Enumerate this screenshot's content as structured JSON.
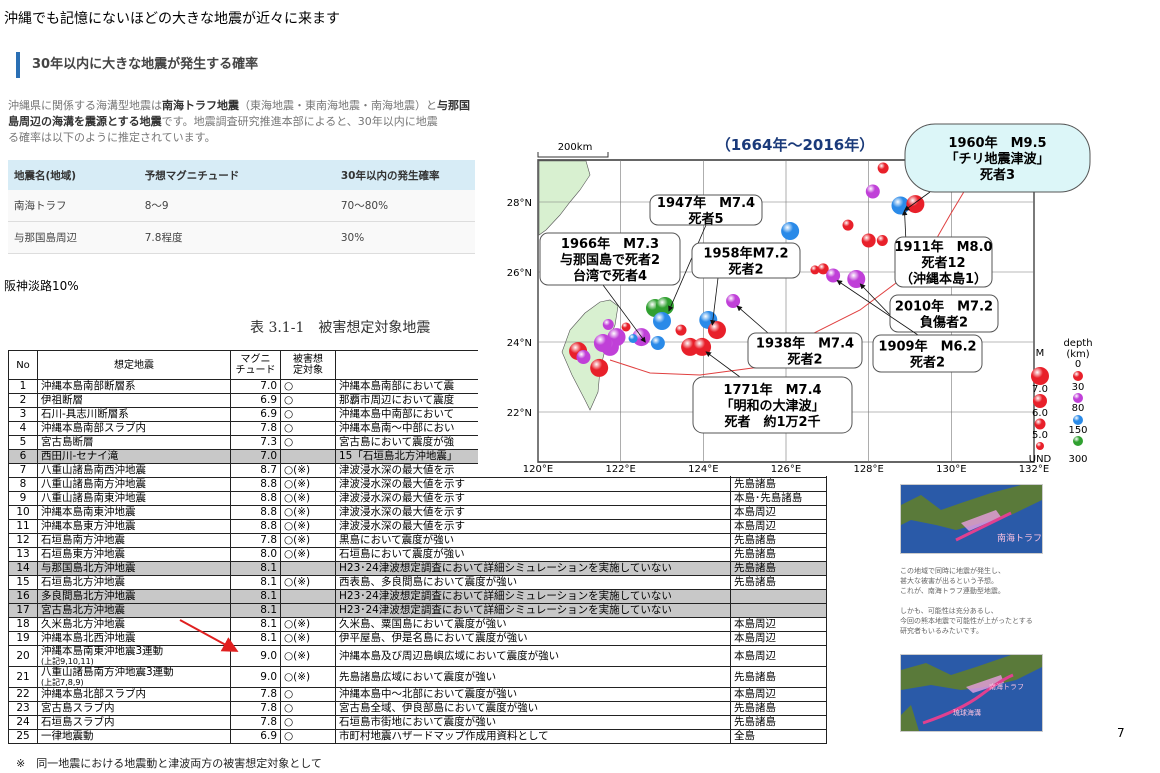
{
  "slide_title": "沖縄でも記憶にないほどの大きな地震が近々に来ます",
  "section_heading": "30年以内に大きな地震が発生する確率",
  "intro": {
    "p1": "沖縄県に関係する海溝型地震は",
    "b1": "南海トラフ地震",
    "p2": "（東海地震・東南海地震・南海地震）と",
    "b2": "与那国",
    "b3": "島周辺の海溝を震源とする地震",
    "p3": "です。地震調査研究推進本部によると、30年以内に地震",
    "p4": "る確率は以下のように推定されています。"
  },
  "prob_table": {
    "headers": [
      "地震名(地域)",
      "予想マグニチュード",
      "30年以内の発生確率"
    ],
    "rows": [
      [
        "南海トラフ",
        "8～9",
        "70～80%"
      ],
      [
        "与那国島周辺",
        "7.8程度",
        "30%"
      ]
    ]
  },
  "hanshin_note": "阪神淡路10%",
  "table_caption": "表 3.1-1　被害想定対象地震",
  "damage_table": {
    "headers": [
      "No",
      "想定地震",
      "マグニ\nチュード",
      "被害想\n定対象",
      "",
      ""
    ],
    "rows": [
      {
        "no": "1",
        "name": "沖縄本島南部断層系",
        "mag": "7.0",
        "target": "○",
        "desc": "沖縄本島南部において震",
        "area": ""
      },
      {
        "no": "2",
        "name": "伊祖断層",
        "mag": "6.9",
        "target": "○",
        "desc": "那覇市周辺において震度",
        "area": ""
      },
      {
        "no": "3",
        "name": "石川-具志川断層系",
        "mag": "6.9",
        "target": "○",
        "desc": "沖縄本島中南部において",
        "area": ""
      },
      {
        "no": "4",
        "name": "沖縄本島南部スラブ内",
        "mag": "7.8",
        "target": "○",
        "desc": "沖縄本島南～中部におい",
        "area": ""
      },
      {
        "no": "5",
        "name": "宮古島断層",
        "mag": "7.3",
        "target": "○",
        "desc": "宮古島において震度が強",
        "area": ""
      },
      {
        "no": "6",
        "name": "西田川-セナイ滝",
        "mag": "7.0",
        "target": "",
        "desc": "15「石垣島北方沖地震」",
        "area": "",
        "shade": true
      },
      {
        "no": "7",
        "name": "八重山諸島南西沖地震",
        "mag": "8.7",
        "target": "○(※)",
        "desc": "津波浸水深の最大値を示",
        "area": ""
      },
      {
        "no": "8",
        "name": "八重山諸島南方沖地震",
        "mag": "8.8",
        "target": "○(※)",
        "desc": "津波浸水深の最大値を示す",
        "area": "先島諸島"
      },
      {
        "no": "9",
        "name": "八重山諸島南東沖地震",
        "mag": "8.8",
        "target": "○(※)",
        "desc": "津波浸水深の最大値を示す",
        "area": "本島･先島諸島"
      },
      {
        "no": "10",
        "name": "沖縄本島南東沖地震",
        "mag": "8.8",
        "target": "○(※)",
        "desc": "津波浸水深の最大値を示す",
        "area": "本島周辺"
      },
      {
        "no": "11",
        "name": "沖縄本島東方沖地震",
        "mag": "8.8",
        "target": "○(※)",
        "desc": "津波浸水深の最大値を示す",
        "area": "本島周辺"
      },
      {
        "no": "12",
        "name": "石垣島南方沖地震",
        "mag": "7.8",
        "target": "○(※)",
        "desc": "黒島において震度が強い",
        "area": "先島諸島"
      },
      {
        "no": "13",
        "name": "石垣島東方沖地震",
        "mag": "8.0",
        "target": "○(※)",
        "desc": "石垣島において震度が強い",
        "area": "先島諸島"
      },
      {
        "no": "14",
        "name": "与那国島北方沖地震",
        "mag": "8.1",
        "target": "",
        "desc": "H23･24津波想定調査において詳細シミュレーションを実施していない",
        "area": "先島諸島",
        "shade": true
      },
      {
        "no": "15",
        "name": "石垣島北方沖地震",
        "mag": "8.1",
        "target": "○(※)",
        "desc": "西表島、多良間島において震度が強い",
        "area": "先島諸島"
      },
      {
        "no": "16",
        "name": "多良間島北方沖地震",
        "mag": "8.1",
        "target": "",
        "desc": "H23･24津波想定調査において詳細シミュレーションを実施していない",
        "area": "",
        "shade": true
      },
      {
        "no": "17",
        "name": "宮古島北方沖地震",
        "mag": "8.1",
        "target": "",
        "desc": "H23･24津波想定調査において詳細シミュレーションを実施していない",
        "area": "",
        "shade": true
      },
      {
        "no": "18",
        "name": "久米島北方沖地震",
        "mag": "8.1",
        "target": "○(※)",
        "desc": "久米島、粟国島において震度が強い",
        "area": "本島周辺"
      },
      {
        "no": "19",
        "name": "沖縄本島北西沖地震",
        "mag": "8.1",
        "target": "○(※)",
        "desc": "伊平屋島、伊是名島において震度が強い",
        "area": "本島周辺"
      },
      {
        "no": "20",
        "name": "沖縄本島南東沖地震3連動",
        "sub": "(上記9,10,11)",
        "mag": "9.0",
        "target": "○(※)",
        "desc": "沖縄本島及び周辺島嶼広域において震度が強い",
        "area": "本島周辺"
      },
      {
        "no": "21",
        "name": "八重山諸島南方沖地震3連動",
        "sub": "(上記7,8,9)",
        "mag": "9.0",
        "target": "○(※)",
        "desc": "先島諸島広域において震度が強い",
        "area": "先島諸島"
      },
      {
        "no": "22",
        "name": "沖縄本島北部スラブ内",
        "mag": "7.8",
        "target": "○",
        "desc": "沖縄本島中～北部において震度が強い",
        "area": "本島周辺"
      },
      {
        "no": "23",
        "name": "宮古島スラブ内",
        "mag": "7.8",
        "target": "○",
        "desc": "宮古島全域、伊良部島において震度が強い",
        "area": "先島諸島"
      },
      {
        "no": "24",
        "name": "石垣島スラブ内",
        "mag": "7.8",
        "target": "○",
        "desc": "石垣島市街地において震度が強い",
        "area": "先島諸島"
      },
      {
        "no": "25",
        "name": "一律地震動",
        "mag": "6.9",
        "target": "○",
        "desc": "市町村地震ハザードマップ作成用資料として",
        "area": "全島"
      }
    ]
  },
  "footnote": "※　同一地震における地震動と津波両方の被害想定対象として",
  "map": {
    "title": "（1664年～2016年）",
    "scale_label": "200km",
    "lon_ticks": [
      "120°E",
      "122°E",
      "124°E",
      "126°E",
      "128°E",
      "130°E",
      "132°E"
    ],
    "lat_ticks": [
      "22°N",
      "24°N",
      "26°N",
      "28°N"
    ],
    "depth_colors": {
      "0-30": "#e8202a",
      "30-80": "#c040d8",
      "80-150": "#2a8ae8",
      "150-300": "#30a030"
    },
    "quakes": [
      {
        "lon": 128.35,
        "lat": 28.97,
        "m": 5.5,
        "d": "0-30"
      },
      {
        "lon": 128.1,
        "lat": 28.3,
        "m": 6.5,
        "d": "30-80"
      },
      {
        "lon": 128.77,
        "lat": 27.9,
        "m": 7.5,
        "d": "80-150"
      },
      {
        "lon": 129.13,
        "lat": 27.94,
        "m": 7.0,
        "d": "0-30"
      },
      {
        "lon": 127.5,
        "lat": 27.34,
        "m": 5.8,
        "d": "0-30"
      },
      {
        "lon": 126.1,
        "lat": 27.17,
        "m": 7.2,
        "d": "80-150"
      },
      {
        "lon": 128.0,
        "lat": 26.9,
        "m": 6.8,
        "d": "0-30"
      },
      {
        "lon": 128.33,
        "lat": 26.9,
        "m": 5.8,
        "d": "0-30"
      },
      {
        "lon": 126.7,
        "lat": 26.06,
        "m": 5.0,
        "d": "0-30"
      },
      {
        "lon": 126.9,
        "lat": 26.09,
        "m": 5.5,
        "d": "0-30"
      },
      {
        "lon": 127.14,
        "lat": 25.9,
        "m": 6.5,
        "d": "30-80"
      },
      {
        "lon": 127.7,
        "lat": 25.8,
        "m": 7.2,
        "d": "30-80"
      },
      {
        "lon": 124.72,
        "lat": 25.17,
        "m": 6.5,
        "d": "30-80"
      },
      {
        "lon": 122.83,
        "lat": 24.97,
        "m": 7.2,
        "d": "150-300"
      },
      {
        "lon": 123.07,
        "lat": 25.03,
        "m": 7.2,
        "d": "150-300"
      },
      {
        "lon": 123.0,
        "lat": 24.6,
        "m": 7.2,
        "d": "80-150"
      },
      {
        "lon": 124.12,
        "lat": 24.63,
        "m": 7.2,
        "d": "80-150"
      },
      {
        "lon": 124.33,
        "lat": 24.34,
        "m": 7.2,
        "d": "0-30"
      },
      {
        "lon": 123.46,
        "lat": 24.34,
        "m": 5.8,
        "d": "0-30"
      },
      {
        "lon": 123.68,
        "lat": 23.86,
        "m": 7.0,
        "d": "0-30"
      },
      {
        "lon": 123.97,
        "lat": 23.86,
        "m": 7.4,
        "d": "0-30"
      },
      {
        "lon": 122.9,
        "lat": 23.97,
        "m": 6.5,
        "d": "80-150"
      },
      {
        "lon": 122.5,
        "lat": 24.14,
        "m": 7.3,
        "d": "30-80"
      },
      {
        "lon": 122.13,
        "lat": 24.43,
        "m": 5.0,
        "d": "0-30"
      },
      {
        "lon": 122.3,
        "lat": 24.1,
        "m": 5.0,
        "d": "80-150"
      },
      {
        "lon": 121.9,
        "lat": 24.14,
        "m": 7.2,
        "d": "30-80"
      },
      {
        "lon": 121.74,
        "lat": 23.86,
        "m": 7.2,
        "d": "30-80"
      },
      {
        "lon": 121.57,
        "lat": 23.97,
        "m": 7.0,
        "d": "30-80"
      },
      {
        "lon": 121.7,
        "lat": 24.5,
        "m": 5.8,
        "d": "30-80"
      },
      {
        "lon": 120.97,
        "lat": 23.74,
        "m": 7.0,
        "d": "0-30"
      },
      {
        "lon": 121.1,
        "lat": 23.57,
        "m": 6.5,
        "d": "30-80"
      },
      {
        "lon": 121.48,
        "lat": 23.26,
        "m": 7.3,
        "d": "0-30"
      }
    ],
    "callouts": [
      {
        "id": "1960",
        "lines": [
          "1960年　M9.5",
          "「チリ地震津波」",
          "死者3"
        ],
        "lon": 128.77,
        "lat": 27.9,
        "cyan": true
      },
      {
        "id": "1947",
        "lines": [
          "1947年　M7.4",
          "死者5"
        ],
        "lon": 123.07,
        "lat": 25.03
      },
      {
        "id": "1966",
        "lines": [
          "1966年　M7.3",
          "与那国島で死者2",
          "台湾で死者4"
        ],
        "lon": 122.5,
        "lat": 24.14
      },
      {
        "id": "1958",
        "lines": [
          "1958年M7.2",
          "死者2"
        ],
        "lon": 124.12,
        "lat": 24.63
      },
      {
        "id": "1911",
        "lines": [
          "1911年　M8.0",
          "死者12",
          "（沖縄本島1）"
        ],
        "lon": 128.77,
        "lat": 27.9
      },
      {
        "id": "2010",
        "lines": [
          "2010年　M7.2",
          "負傷者2"
        ],
        "lon": 127.7,
        "lat": 25.8
      },
      {
        "id": "1938",
        "lines": [
          "1938年　M7.4",
          "死者2"
        ],
        "lon": 124.72,
        "lat": 25.17
      },
      {
        "id": "1909",
        "lines": [
          "1909年　M6.2",
          "死者2"
        ],
        "lon": 127.14,
        "lat": 25.9
      },
      {
        "id": "1771",
        "lines": [
          "1771年　M7.4",
          "「明和の大津波」",
          "死者　約1万2千"
        ],
        "lon": 123.97,
        "lat": 23.86
      }
    ],
    "legend": {
      "m_title": "M",
      "m_labels": [
        "7.0",
        "6.0",
        "5.0",
        "UND"
      ],
      "depth_title": "depth",
      "depth_unit": "(km)",
      "depth_labels": [
        "0",
        "30",
        "80",
        "150",
        "300"
      ]
    }
  },
  "right_panel": {
    "img1_label": "南海トラフ",
    "text": [
      "この地域で同時に地震が発生し、",
      "甚大な被害が出るという予想。",
      "これが、南海トラフ連動型地震。",
      "",
      "しかも、可能性は充分あるし、",
      "今回の熊本地震で可能性が上がったとする",
      "研究者もいるみたいです。"
    ],
    "img2_label1": "南海トラフ",
    "img2_label2": "琉球海溝"
  },
  "page_number": "7"
}
